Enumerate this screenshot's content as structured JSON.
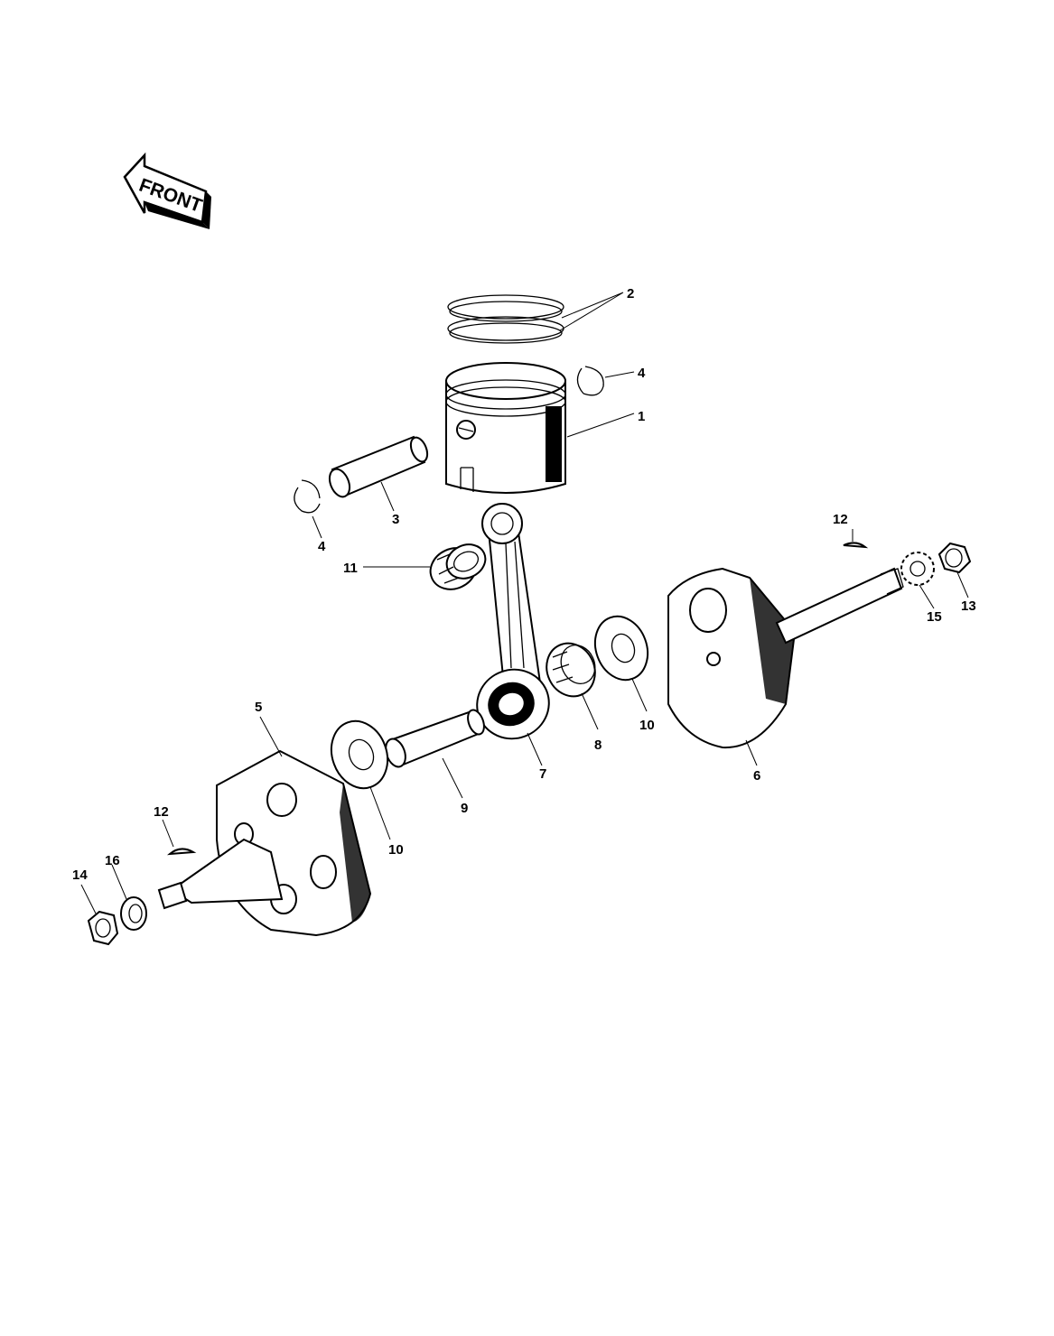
{
  "diagram": {
    "front_arrow_text": "FRONT",
    "callouts": {
      "piston": "1",
      "piston_rings": "2",
      "piston_pin": "3",
      "snap_ring_right": "4",
      "snap_ring_left": "4",
      "crank_left": "5",
      "crank_right": "6",
      "connecting_rod": "7",
      "bearing_big_end": "8",
      "crank_pin": "9",
      "washer_left": "10",
      "washer_right": "10",
      "bearing_small_end": "11",
      "key_right": "12",
      "key_left": "12",
      "nut_right": "13",
      "nut_left": "14",
      "lock_washer_right": "15",
      "washer_small_left": "16"
    }
  }
}
